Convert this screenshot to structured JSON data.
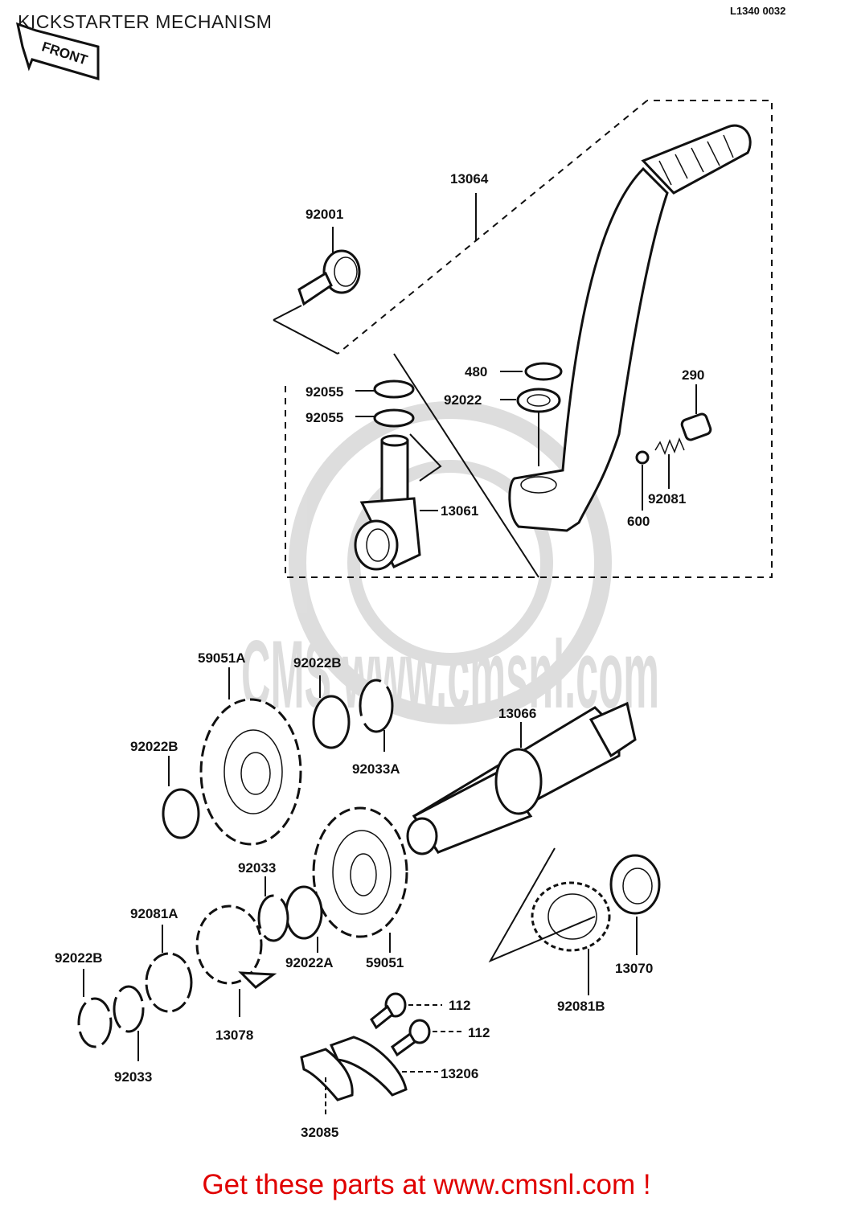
{
  "title": "KICKSTARTER MECHANISM",
  "diagram_code": "L1340 0032",
  "front_label": "FRONT",
  "watermark": "CMS www.cmsnl.com",
  "footer": "Get these parts at www.cmsnl.com !",
  "labels": {
    "l92001": "92001",
    "l13064": "13064",
    "l480": "480",
    "l92022": "92022",
    "l290": "290",
    "l92055a": "92055",
    "l92055b": "92055",
    "l13061": "13061",
    "l92081": "92081",
    "l600": "600",
    "l59051A": "59051A",
    "l92022B_top": "92022B",
    "l92022B_left": "92022B",
    "l92033A": "92033A",
    "l13066": "13066",
    "l92033_mid": "92033",
    "l92081A": "92081A",
    "l92022A": "92022A",
    "l59051": "59051",
    "l13070": "13070",
    "l92081B": "92081B",
    "l92022B_bottom": "92022B",
    "l13078": "13078",
    "l92033_bottom": "92033",
    "l112a": "112",
    "l112b": "112",
    "l13206": "13206",
    "l32085": "32085"
  }
}
